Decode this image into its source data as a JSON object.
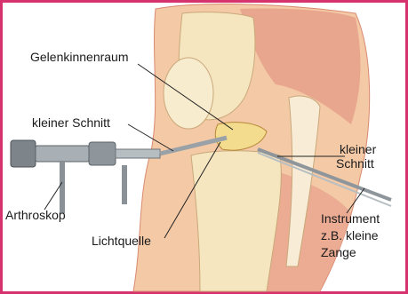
{
  "labels": {
    "joint_space": "Gelenkinnenraum",
    "small_incision_left": "kleiner Schnitt",
    "arthroscope": "Arthroskop",
    "light_source": "Lichtquelle",
    "small_incision_right_line1": "kleiner",
    "small_incision_right_line2": "Schnitt",
    "instrument_line1": "Instrument",
    "instrument_line2": "z.B. kleine",
    "instrument_line3": "Zange"
  },
  "colors": {
    "border": "#d6326e",
    "skin": "#f3c9a6",
    "bone": "#f6e6c0",
    "muscle": "#e69a86",
    "instrument": "#9aa2a8"
  }
}
